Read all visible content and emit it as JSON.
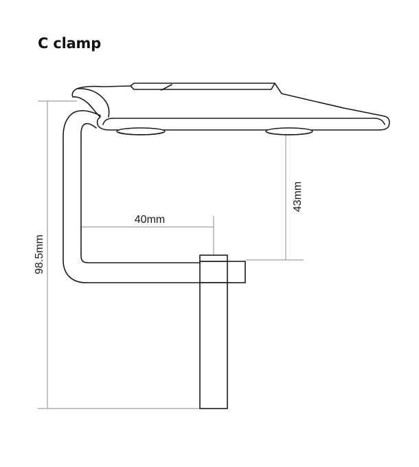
{
  "title": "C clamp",
  "dimensions": {
    "overall_height": "98.5mm",
    "clamp_gap": "43mm",
    "arm_length": "40mm"
  }
}
